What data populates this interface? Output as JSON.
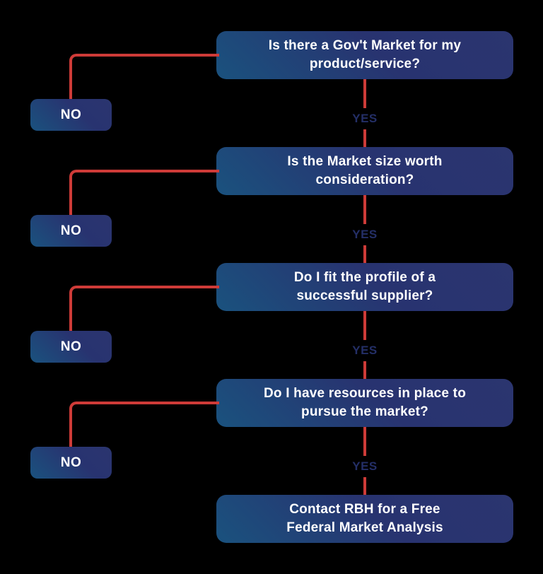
{
  "title": "Federal market decision flowchart",
  "colors": {
    "background": "#000000",
    "box_gradient_start": "#1a527e",
    "box_gradient_end": "#2b356f",
    "connector_red": "#ce3b38",
    "yes_text": "#242f67",
    "box_text": "#ffffff"
  },
  "flowchart": {
    "steps": [
      {
        "question_lines": [
          "Is there a Gov't Market for my",
          "product/service?"
        ],
        "yes_label": "YES",
        "no_label": "NO"
      },
      {
        "question_lines": [
          "Is the Market size worth",
          "consideration?"
        ],
        "yes_label": "YES",
        "no_label": "NO"
      },
      {
        "question_lines": [
          "Do I fit the profile of a",
          "successful supplier?"
        ],
        "yes_label": "YES",
        "no_label": "NO"
      },
      {
        "question_lines": [
          "Do I have resources in place to",
          "pursue the market?"
        ],
        "yes_label": "YES",
        "no_label": "NO"
      }
    ],
    "result_lines": [
      "Contact RBH for a Free",
      "Federal Market Analysis"
    ]
  }
}
